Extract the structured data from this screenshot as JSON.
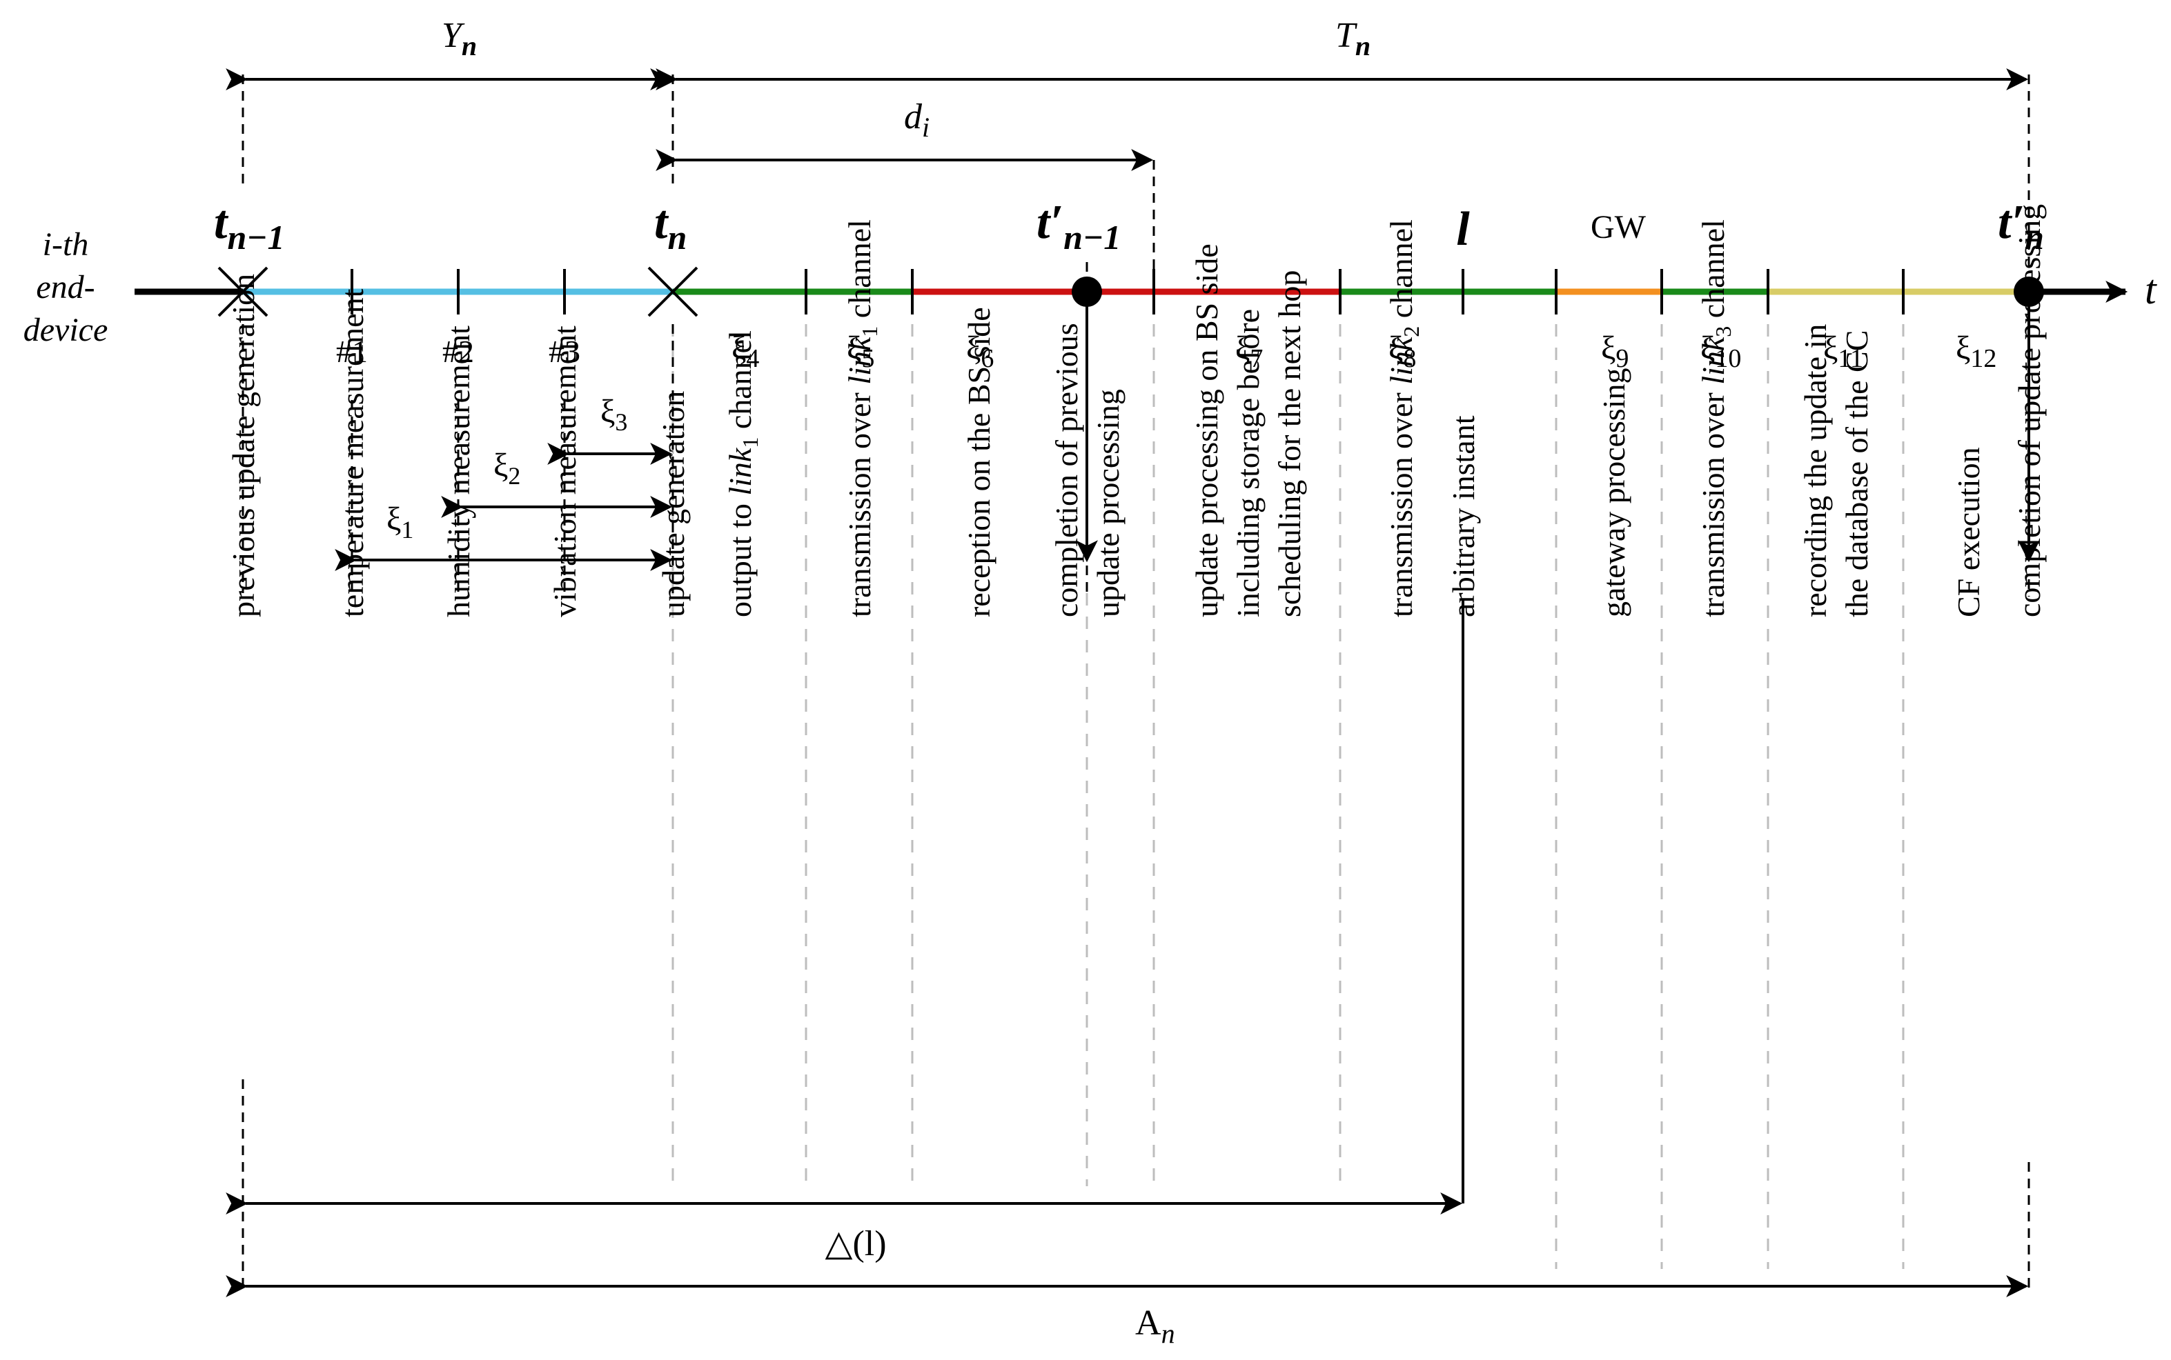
{
  "device_label": [
    "i-th",
    "end-",
    "device"
  ],
  "axis_label": "t",
  "time_markers": {
    "t_prev": {
      "base": "t",
      "sub": "n−1"
    },
    "t_n": {
      "base": "t",
      "sub": "n"
    },
    "t_prime_prev": {
      "base": "t′",
      "sub": "n−1"
    },
    "l": "l",
    "gw": "GW",
    "t_prime_n": {
      "base": "t′",
      "sub": "n"
    }
  },
  "intervals": {
    "Y": {
      "base": "Y",
      "sub": "n"
    },
    "T": {
      "base": "T",
      "sub": "n"
    },
    "d": {
      "base": "d",
      "sub": "i"
    },
    "delta": "△(l)",
    "A": {
      "base": "A",
      "sub": "n"
    }
  },
  "measurement_labels": [
    "#1",
    "#2",
    "#3"
  ],
  "xi_short": [
    {
      "base": "ξ",
      "sub": "1"
    },
    {
      "base": "ξ",
      "sub": "2"
    },
    {
      "base": "ξ",
      "sub": "3"
    }
  ],
  "segments": [
    {
      "base": "ξ",
      "sub": "4",
      "color": "#1a8a1a"
    },
    {
      "base": "ξ",
      "sub": "5",
      "color": "#1a8a1a"
    },
    {
      "base": "ξ",
      "sub": "6",
      "color": "#cc1111"
    },
    {
      "base": "ξ",
      "sub": "7",
      "color": "#cc1111"
    },
    {
      "base": "ξ",
      "sub": "8",
      "color": "#1a8a1a"
    },
    {
      "base": "ξ",
      "sub": "9",
      "color": "#f39020"
    },
    {
      "base": "ξ",
      "sub": "10",
      "color": "#1a8a1a"
    },
    {
      "base": "ξ",
      "sub": "11",
      "color": "#d8cc66"
    },
    {
      "base": "ξ",
      "sub": "12",
      "color": "#d8cc66"
    }
  ],
  "measurement_color": "#55bfe3",
  "descriptions": [
    {
      "lines": [
        [
          "previous update generation"
        ]
      ]
    },
    {
      "lines": [
        [
          "temperature measurement"
        ]
      ]
    },
    {
      "lines": [
        [
          "humidity measurement"
        ]
      ]
    },
    {
      "lines": [
        [
          "vibration measurement"
        ]
      ]
    },
    {
      "lines": [
        [
          "update generation"
        ]
      ]
    },
    {
      "lines": [
        [
          "output to ",
          "link",
          "1",
          " channel"
        ]
      ]
    },
    {
      "lines": [
        [
          "transmission over ",
          "link",
          "1",
          " channel"
        ]
      ]
    },
    {
      "lines": [
        [
          "reception on the BS side"
        ]
      ]
    },
    {
      "lines": [
        [
          "completion of previous"
        ],
        [
          "update processing"
        ]
      ]
    },
    {
      "lines": [
        [
          "update processing on BS side"
        ],
        [
          "including storage before"
        ],
        [
          "scheduling for the next hop"
        ]
      ]
    },
    {
      "lines": [
        [
          "transmission over ",
          "link",
          "2",
          " channel"
        ]
      ]
    },
    {
      "lines": [
        [
          "arbitrary instant"
        ]
      ]
    },
    {
      "lines": [
        [
          "gateway processing"
        ]
      ]
    },
    {
      "lines": [
        [
          "transmission over ",
          "link",
          "3",
          " channel"
        ]
      ]
    },
    {
      "lines": [
        [
          "recording the update in"
        ],
        [
          "the database of the CC"
        ]
      ]
    },
    {
      "lines": [
        [
          "CF execution"
        ]
      ]
    },
    {
      "lines": [
        [
          "completion of update processing"
        ]
      ]
    }
  ]
}
